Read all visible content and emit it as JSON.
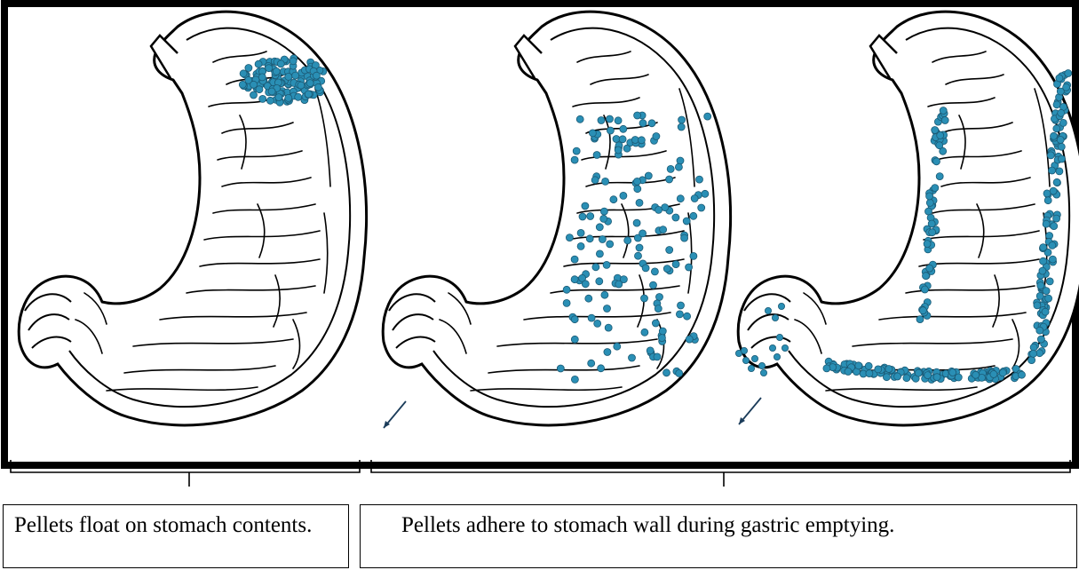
{
  "captions": {
    "left": "Pellets float on stomach contents.",
    "right": "Pellets adhere to stomach wall during gastric emptying."
  },
  "colors": {
    "pellet": "#2a8fb5",
    "pellet_outline": "#1b5a75",
    "line": "#000000"
  },
  "icons": [
    "stomach-illustration",
    "arrow-down-left-icon"
  ]
}
